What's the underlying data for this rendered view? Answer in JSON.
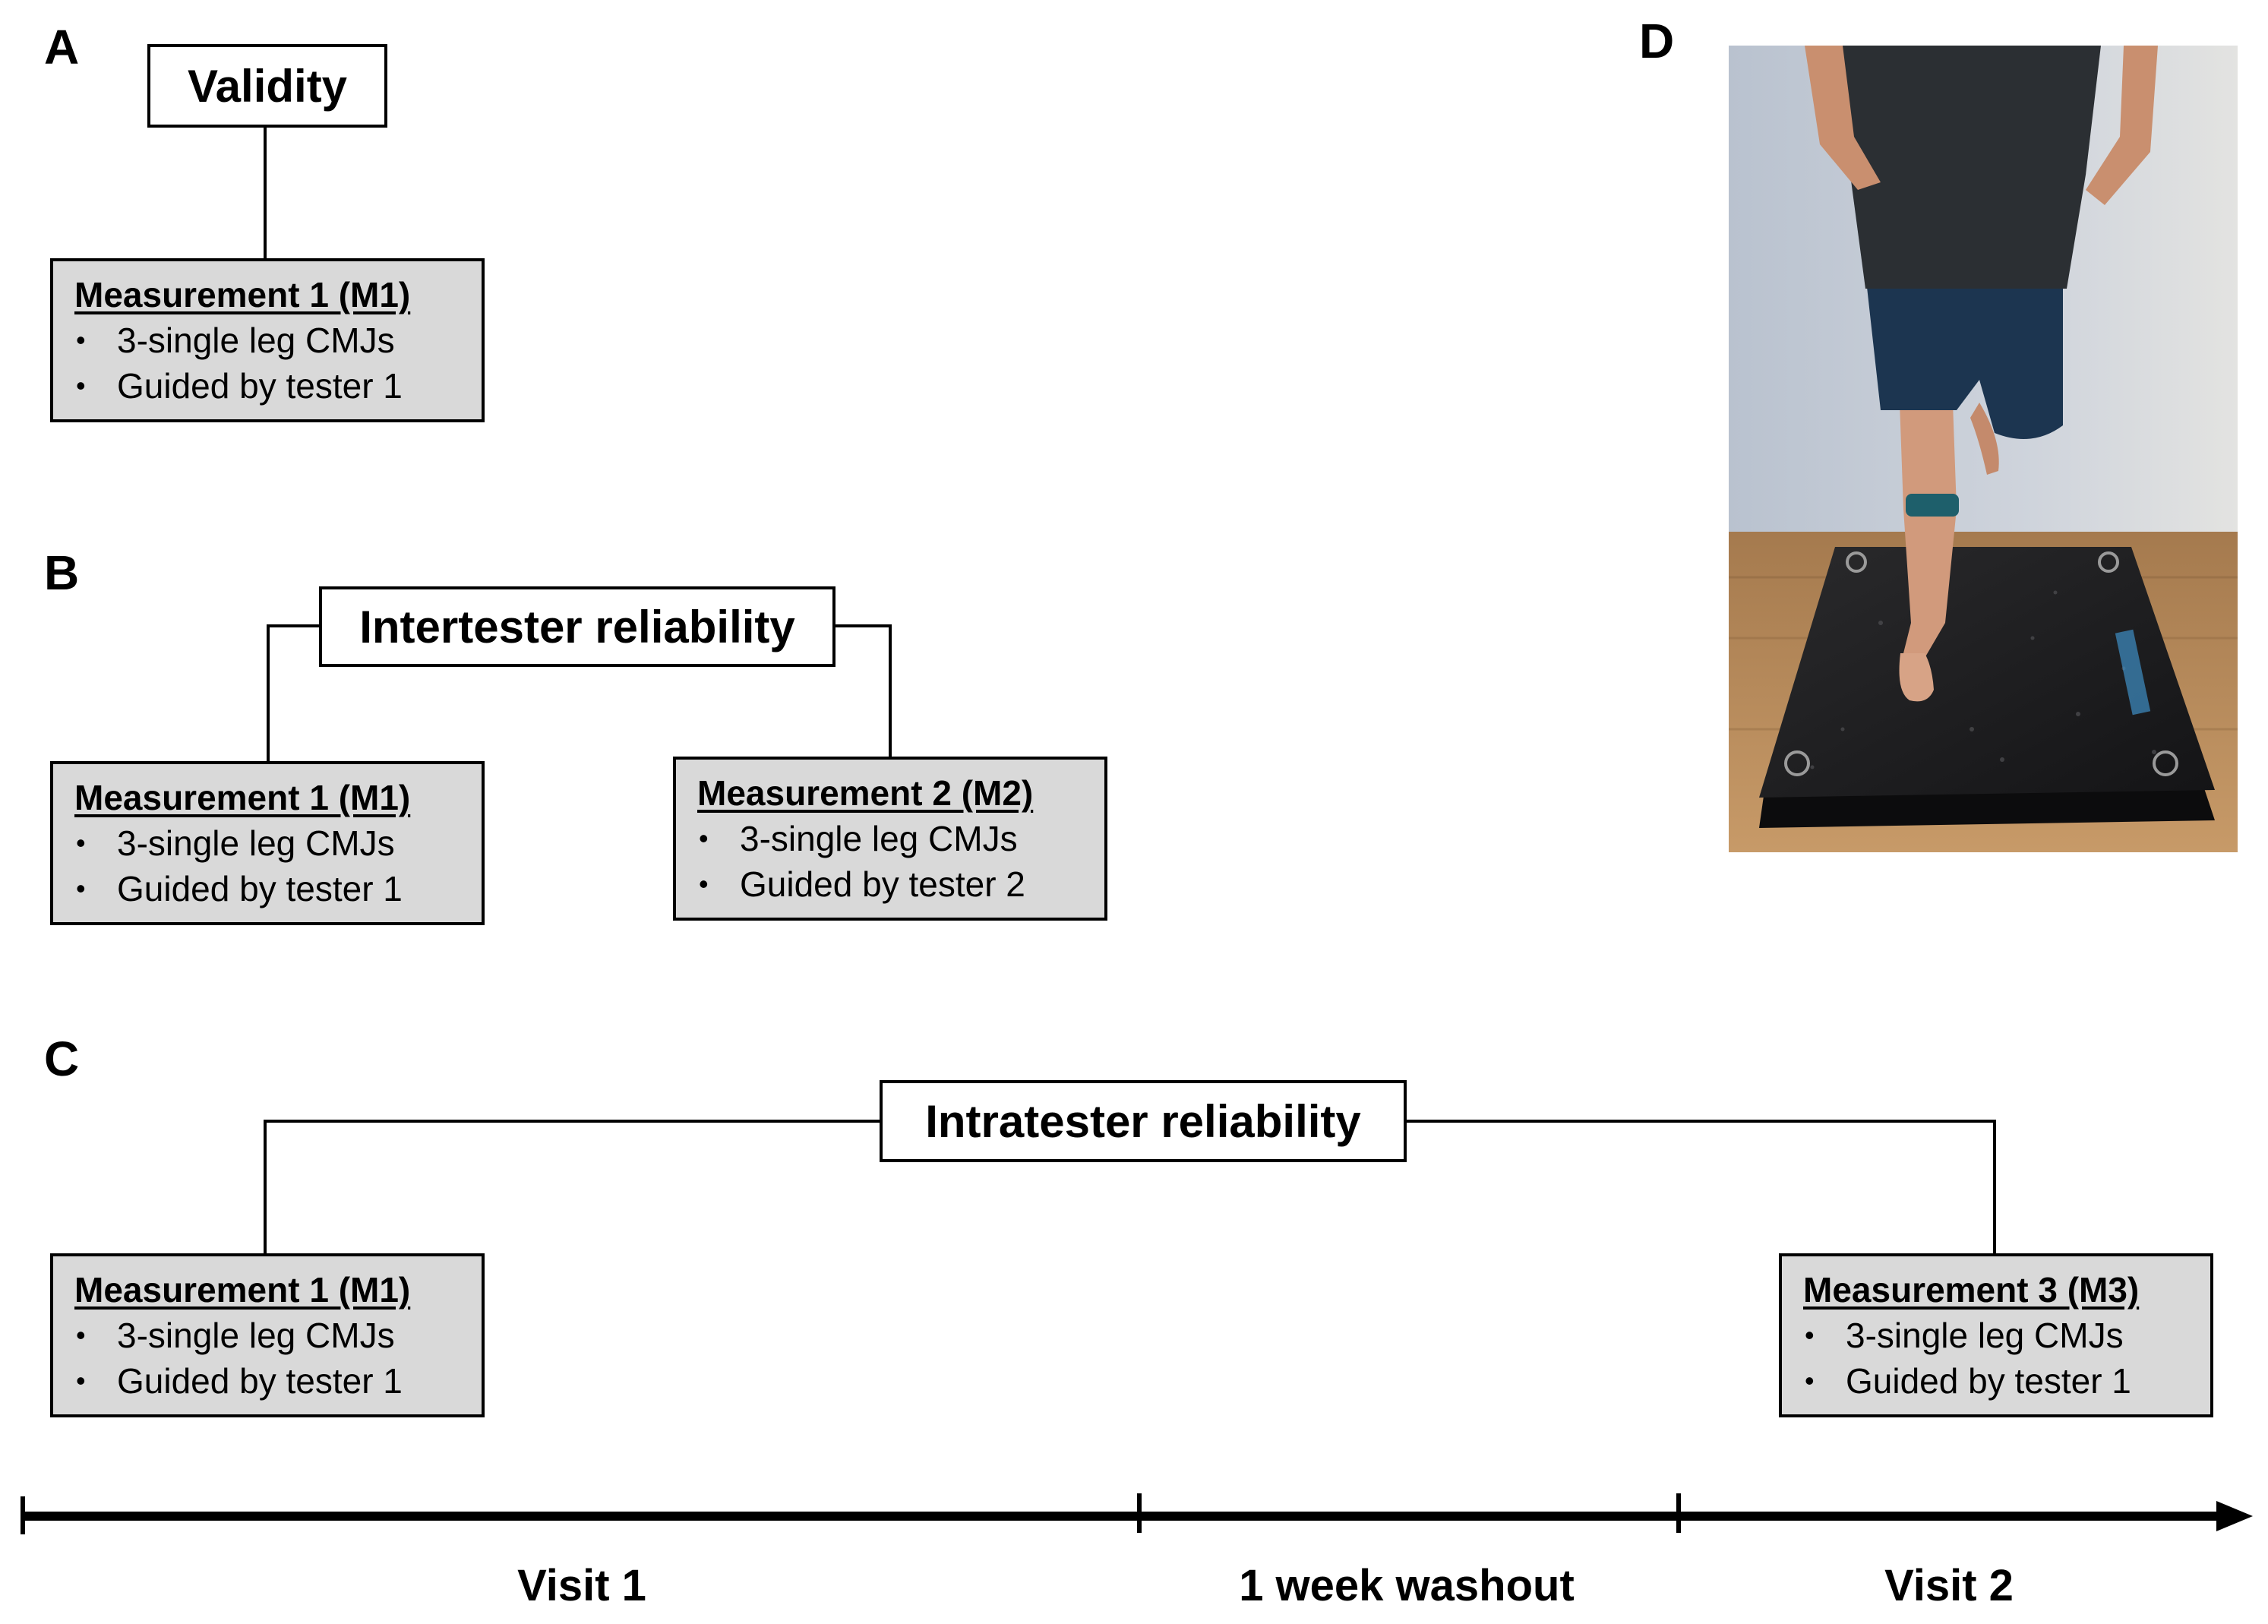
{
  "panels": {
    "A": {
      "letter": "A",
      "title": "Validity",
      "measurement": {
        "title": "Measurement 1 (M1)",
        "items": [
          "3-single leg CMJs",
          "Guided by tester 1"
        ]
      }
    },
    "B": {
      "letter": "B",
      "title": "Intertester reliability",
      "measurements": [
        {
          "title": "Measurement 1 (M1)",
          "items": [
            "3-single leg CMJs",
            "Guided by tester 1"
          ]
        },
        {
          "title": "Measurement 2 (M2)",
          "items": [
            "3-single leg CMJs",
            "Guided by tester 2"
          ]
        }
      ]
    },
    "C": {
      "letter": "C",
      "title": "Intratester reliability",
      "measurements": [
        {
          "title": "Measurement 1 (M1)",
          "items": [
            "3-single leg CMJs",
            "Guided by tester 1"
          ]
        },
        {
          "title": "Measurement 3 (M3)",
          "items": [
            "3-single leg CMJs",
            "Guided by tester 1"
          ]
        }
      ]
    },
    "D": {
      "letter": "D"
    }
  },
  "timeline": {
    "labels": [
      "Visit 1",
      "1 week washout",
      "Visit 2"
    ]
  },
  "colors": {
    "box_fill": "#d9d9d9",
    "border": "#000000",
    "background": "#ffffff"
  }
}
